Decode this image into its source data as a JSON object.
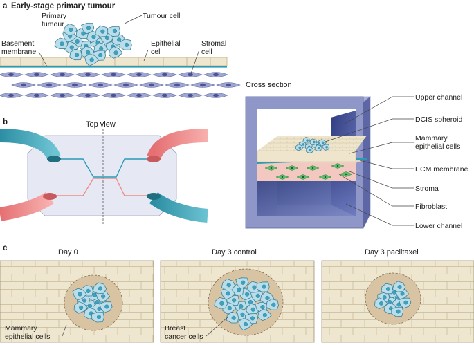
{
  "panel_a": {
    "letter": "a",
    "title": "Early-stage primary tumour",
    "labels": {
      "primary_tumour_1": "Primary",
      "primary_tumour_2": "tumour",
      "tumour_cell": "Tumour cell",
      "basement_membrane_1": "Basement",
      "basement_membrane_2": "membrane",
      "epithelial_cell_1": "Epithelial",
      "epithelial_cell_2": "cell",
      "stromal_cell_1": "Stromal",
      "stromal_cell_2": "cell"
    }
  },
  "panel_b": {
    "letter": "b",
    "top_view": "Top view",
    "cross_section": "Cross section",
    "labels": {
      "upper_channel": "Upper channel",
      "dcis_spheroid": "DCIS spheroid",
      "mammary_1": "Mammary",
      "mammary_2": "epithelial cells",
      "ecm_membrane": "ECM membrane",
      "stroma": "Stroma",
      "fibroblast": "Fibroblast",
      "lower_channel": "Lower channel"
    }
  },
  "panel_c": {
    "letter": "c",
    "day0": "Day 0",
    "day3_control": "Day 3 control",
    "day3_paclitaxel": "Day 3 paclitaxel",
    "mammary_1": "Mammary",
    "mammary_2": "epithelial cells",
    "breast_1": "Breast",
    "breast_2": "cancer cells"
  },
  "colors": {
    "tumour_fill": "#b9dde9",
    "tumour_stroke": "#3a7f98",
    "epithelial_fill": "#efe6cf",
    "stromal_fill": "#9fa6cf",
    "stromal_nucleus": "#4b5298",
    "membrane": "#2a9bb3",
    "channel_teal": "#3aa6b9",
    "channel_pink": "#f08a8a",
    "chip_fill": "#e6e9f4",
    "box_frame": "#8f97c9",
    "box_inner": "#3d4a8a",
    "fibroblast": "#5bbf6b",
    "halo": "#d8c4a3"
  }
}
